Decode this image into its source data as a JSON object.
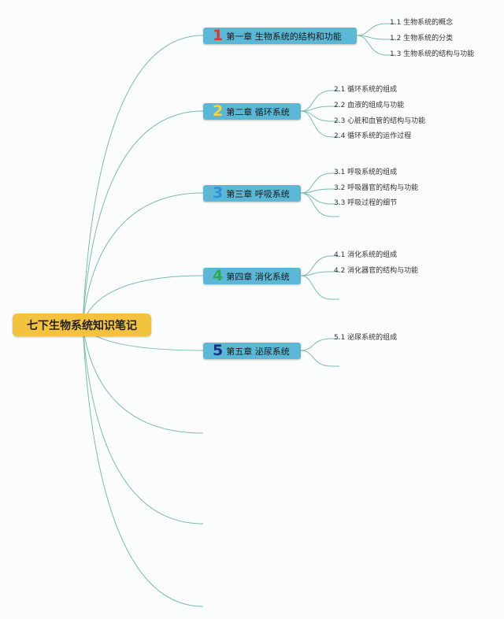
{
  "root": {
    "label": "七下生物系统知识笔记"
  },
  "chapters": [
    {
      "num": "1",
      "label": "第一章 生物系统的结构和功能",
      "num_color": "#e8322c",
      "sections": [
        "1.1 生物系统的概念",
        "1.2 生物系统的分类",
        "1.3 生物系统的结构与功能"
      ]
    },
    {
      "num": "2",
      "label": "第二章 循环系统",
      "num_color": "#f6d43b",
      "sections": [
        "2.1 循环系统的组成",
        "2.2 血液的组成与功能",
        "2.3 心脏和血管的结构与功能",
        "2.4 循环系统的运作过程"
      ]
    },
    {
      "num": "3",
      "label": "第三章 呼吸系统",
      "num_color": "#2f8fd8",
      "sections": [
        "3.1 呼吸系统的组成",
        "3.2 呼吸器官的结构与功能",
        "3.3 呼吸过程的细节"
      ]
    },
    {
      "num": "4",
      "label": "第四章 消化系统",
      "num_color": "#2fa84f",
      "sections": [
        "4.1 消化系统的组成",
        "4.2 消化器官的结构与功能"
      ]
    },
    {
      "num": "5",
      "label": "第五章 泌尿系统",
      "num_color": "#1b2f86",
      "sections": [
        "5.1 泌尿系统的组成"
      ]
    }
  ],
  "colors": {
    "branch_line": "#7cbcb0",
    "root_fill": "#f3c23f",
    "chapter_fill": "#5ab8d6"
  }
}
